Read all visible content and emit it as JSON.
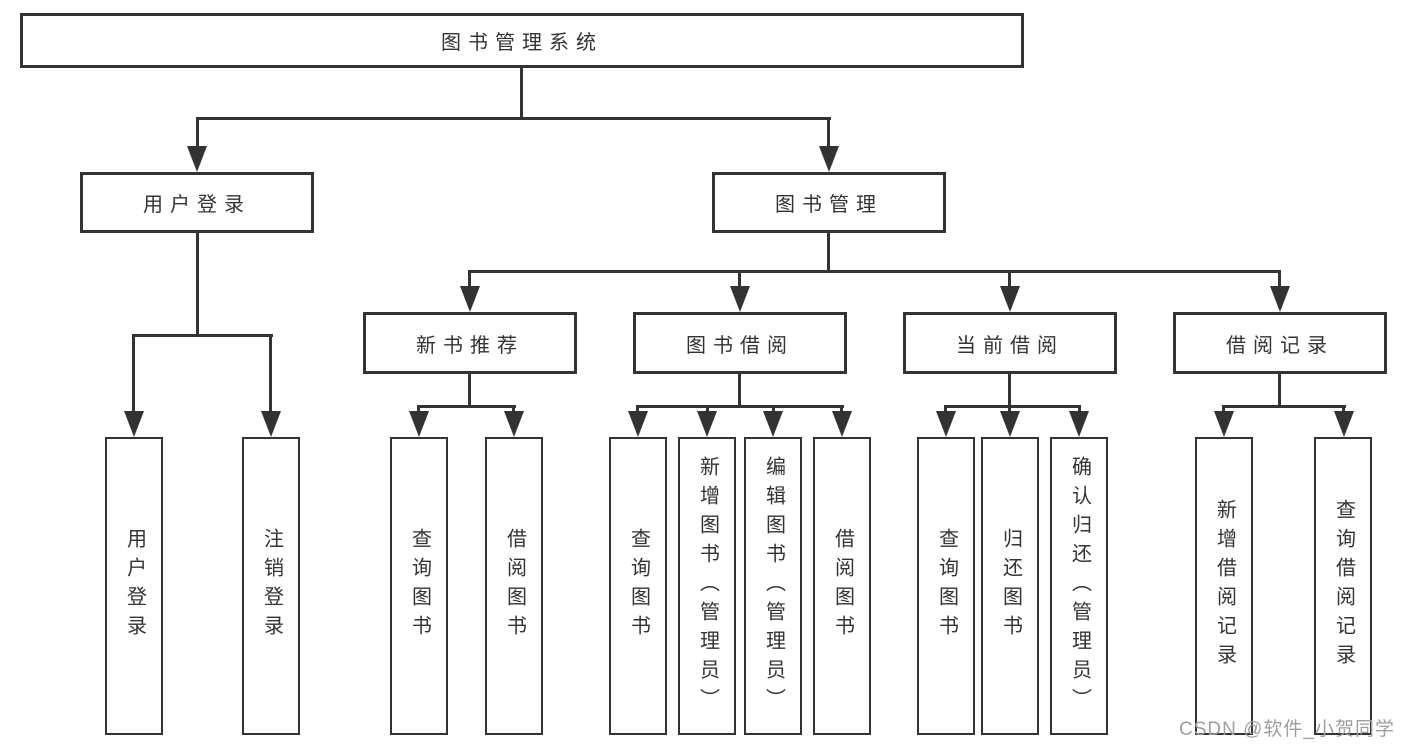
{
  "diagram": {
    "title": "图书管理系统",
    "watermark": "CSDN @软件_小贺同学",
    "level2": {
      "user_login": "用户登录",
      "book_management": "图书管理"
    },
    "level3": {
      "new_book_recommend": "新书推荐",
      "book_borrow": "图书借阅",
      "current_borrow": "当前借阅",
      "borrow_record": "借阅记录"
    },
    "leaves": {
      "user_login": [
        "用户登录",
        "注销登录"
      ],
      "new_book_recommend": [
        "查询图书",
        "借阅图书"
      ],
      "book_borrow": [
        "查询图书",
        "新增图书（管理员）",
        "编辑图书（管理员）",
        "借阅图书"
      ],
      "current_borrow": [
        "查询图书",
        "归还图书",
        "确认归还（管理员）"
      ],
      "borrow_record": [
        "新增借阅记录",
        "查询借阅记录"
      ]
    },
    "colors": {
      "line": "#333333",
      "text": "#333333",
      "watermark": "#9e9e9e",
      "background": "#ffffff"
    }
  }
}
